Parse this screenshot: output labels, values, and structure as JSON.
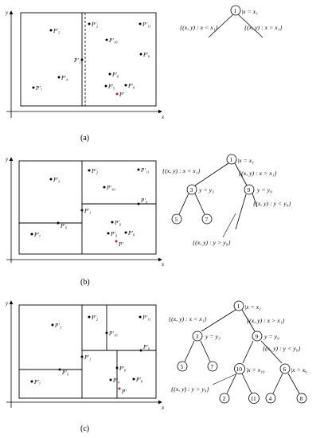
{
  "panels": [
    {
      "caption": "(a)",
      "axes": {
        "x": "x",
        "y": "y"
      },
      "points": [
        {
          "label": "P'_1",
          "tx": "P′₁"
        },
        {
          "label": "P'_2",
          "tx": "P′₂"
        },
        {
          "label": "P'_3",
          "tx": "P′₃"
        },
        {
          "label": "P'_4",
          "tx": "P′₄"
        },
        {
          "label": "P'_5",
          "tx": "P′₅"
        },
        {
          "label": "P'_6",
          "tx": "P′₆"
        },
        {
          "label": "P'_8",
          "tx": "P′₈"
        },
        {
          "label": "P'_9",
          "tx": "P′₉"
        },
        {
          "label": "P'_10",
          "tx": "P′₁₀"
        },
        {
          "label": "P'_11",
          "tx": "P′₁₁"
        },
        {
          "label": "P'_7",
          "tx": "P′₇"
        },
        {
          "label": "P'",
          "tx": "P′"
        }
      ],
      "tree": {
        "nodes": [
          "1"
        ],
        "labels": [
          "|x = x₁",
          "{(x, y) : x < x₁}",
          "{(x, y) : x > x₁}"
        ]
      }
    },
    {
      "caption": "(b)",
      "axes": {
        "x": "x",
        "y": "y"
      },
      "points": [
        {
          "label": "P'_3",
          "tx": "P′₃"
        },
        {
          "label": "P'_2",
          "tx": "P′₂"
        },
        {
          "label": "P'_11",
          "tx": "P′₁₁"
        },
        {
          "label": "P'_10",
          "tx": "P′₁₀"
        },
        {
          "label": "P'_9",
          "tx": "P′₉"
        },
        {
          "label": "P'_1",
          "tx": "P′₁"
        },
        {
          "label": "P'_6",
          "tx": "P′₆"
        },
        {
          "label": "P'_7",
          "tx": "P′₇"
        },
        {
          "label": "P'_5",
          "tx": "P′₅"
        },
        {
          "label": "P'_4",
          "tx": "P′₄"
        },
        {
          "label": "P'_8",
          "tx": "P′₈"
        },
        {
          "label": "P'",
          "tx": "P′"
        }
      ],
      "tree": {
        "nodes": [
          "1",
          "3",
          "9",
          "5",
          "7"
        ],
        "labels": [
          "|x = x₁",
          "{(x, y) : x < x₁}",
          "{(x, y) : x > x₁}",
          "y = y₃",
          "y = y₉",
          "{(x, y) : y < y₉}",
          "{(x, y) : y > y₉}"
        ]
      }
    },
    {
      "caption": "(c)",
      "axes": {
        "x": "x",
        "y": "y"
      },
      "points": [
        {
          "label": "P'_3",
          "tx": "P′₃"
        },
        {
          "label": "P'_2",
          "tx": "P′₂"
        },
        {
          "label": "P'_11",
          "tx": "P′₁₁"
        },
        {
          "label": "P'_10",
          "tx": "P′₁₀"
        },
        {
          "label": "P'_9",
          "tx": "P′₉"
        },
        {
          "label": "P'_1",
          "tx": "P′₁"
        },
        {
          "label": "P'_6",
          "tx": "P′₆"
        },
        {
          "label": "P'_7",
          "tx": "P′₇"
        },
        {
          "label": "P'_5",
          "tx": "P′₅"
        },
        {
          "label": "P'_4",
          "tx": "P′₄"
        },
        {
          "label": "P'_8",
          "tx": "P′₈"
        },
        {
          "label": "P'",
          "tx": "P′"
        }
      ],
      "tree": {
        "nodes": [
          "1",
          "3",
          "9",
          "5",
          "7",
          "10",
          "6",
          "2",
          "11",
          "4",
          "8"
        ],
        "labels": [
          "|x = x₁",
          "{(x, y) : x < x₁}",
          "{(x, y) : x > x₁}",
          "y = y₃",
          "y = y₉",
          "{(x, y) : y < y₉}",
          "|x = x₁₀",
          "|x = x₆",
          "{(x, y) : y > y₉}"
        ]
      }
    }
  ]
}
